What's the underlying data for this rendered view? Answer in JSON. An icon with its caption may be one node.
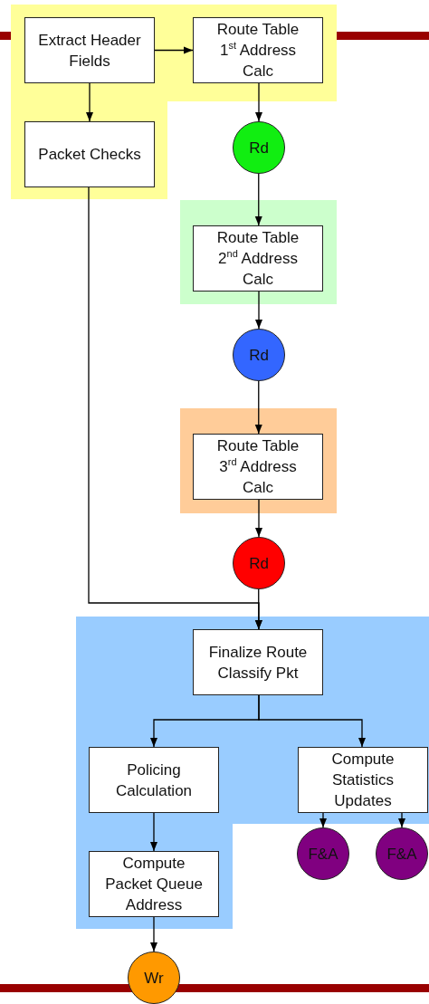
{
  "diagram": {
    "nodes": [
      {
        "text": [],
        "shape": "box"
      },
      {
        "text": [
          "Extract Header Fields"
        ],
        "in": 0
      },
      {
        "text": [
          "Route Table 1$^{st}$ Address Calc"
        ],
        "in": 0
      },
      {
        "text": [
          "Packet Checks"
        ],
        "in": 0
      },
      {
        "text": [
          "Rd"
        ]
      },
      {
        "text": [],
        "shape": "box"
      },
      {
        "text": [
          "Route Table 2$^{nd}$ Address Calc"
        ],
        "in": 5
      },
      {
        "text": [
          "Rd"
        ]
      },
      {
        "text": [],
        "shape": "box"
      },
      {
        "text": [
          "Route Table 3$^{rd}$ Address Calc"
        ],
        "in": 8
      },
      {
        "text": [
          "Rd"
        ]
      },
      {
        "text": [],
        "shape": "box"
      },
      {
        "text": [
          "Finalize Route Classify Pkt"
        ],
        "in": 11
      },
      {
        "text": [
          "Policing Calculation"
        ],
        "in": 11
      },
      {
        "text": [
          "Compute Statistics Updates"
        ],
        "in": 11
      },
      {
        "text": [
          "Compute Packet Queue Address"
        ],
        "in": 11
      },
      {
        "text": [
          "F&A"
        ]
      },
      {
        "text": [
          "F&A"
        ]
      },
      {
        "text": [
          "Wr"
        ]
      }
    ],
    "edges": [
      {
        "from": 1,
        "to": 2,
        "arrow": "to"
      },
      {
        "from": 1,
        "to": 3,
        "arrow": "to"
      },
      {
        "from": 2,
        "to": 4,
        "arrow": "to"
      },
      {
        "from": 4,
        "to": 6,
        "arrow": "to"
      },
      {
        "from": 6,
        "to": 7,
        "arrow": "to"
      },
      {
        "from": 7,
        "to": 9,
        "arrow": "to"
      },
      {
        "from": 9,
        "to": 10,
        "arrow": "to"
      },
      {
        "from": 10,
        "to": 12,
        "arrow": "to"
      },
      {
        "from": 3,
        "to": 12,
        "arrow": "to"
      },
      {
        "from": 12,
        "to": 13,
        "arrow": "to"
      },
      {
        "from": 12,
        "to": 14,
        "arrow": "to"
      },
      {
        "from": 13,
        "to": 15,
        "arrow": "to"
      },
      {
        "from": 14,
        "to": 16,
        "arrow": "to"
      },
      {
        "from": 14,
        "to": 17,
        "arrow": "to"
      },
      {
        "from": 15,
        "to": 18,
        "arrow": "to"
      }
    ]
  }
}
